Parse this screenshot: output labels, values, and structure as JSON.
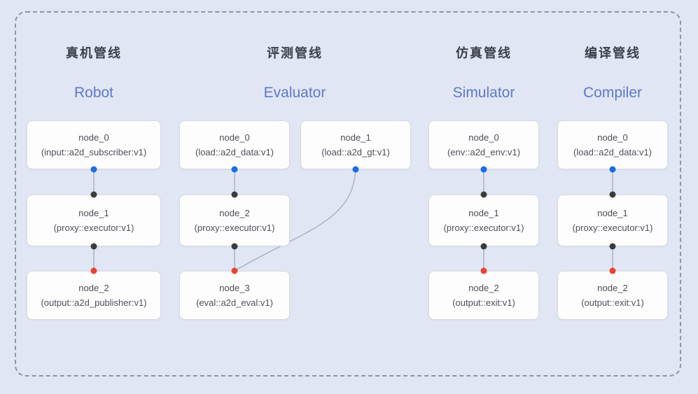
{
  "pipelines": [
    {
      "title_zh": "真机管线",
      "title_en": "Robot",
      "nodes": [
        {
          "name": "node_0",
          "type": "(input::a2d_subscriber:v1)"
        },
        {
          "name": "node_1",
          "type": "(proxy::executor:v1)"
        },
        {
          "name": "node_2",
          "type": "(output::a2d_publisher:v1)"
        }
      ]
    },
    {
      "title_zh": "评测管线",
      "title_en": "Evaluator",
      "nodes": [
        {
          "name": "node_0",
          "type": "(load::a2d_data:v1)"
        },
        {
          "name": "node_1",
          "type": "(load::a2d_gt:v1)"
        },
        {
          "name": "node_2",
          "type": "(proxy::executor:v1)"
        },
        {
          "name": "node_3",
          "type": "(eval::a2d_eval:v1)"
        }
      ]
    },
    {
      "title_zh": "仿真管线",
      "title_en": "Simulator",
      "nodes": [
        {
          "name": "node_0",
          "type": "(env::a2d_env:v1)"
        },
        {
          "name": "node_1",
          "type": "(proxy::executor:v1)"
        },
        {
          "name": "node_2",
          "type": "(output::exit:v1)"
        }
      ]
    },
    {
      "title_zh": "编译管线",
      "title_en": "Compiler",
      "nodes": [
        {
          "name": "node_0",
          "type": "(load::a2d_data:v1)"
        },
        {
          "name": "node_1",
          "type": "(proxy::executor:v1)"
        },
        {
          "name": "node_2",
          "type": "(output::exit:v1)"
        }
      ]
    }
  ],
  "colors": {
    "background": "#e1e6f4",
    "input_port": "#1c6ce2",
    "internal_port": "#3b3b3b",
    "output_port": "#e94430",
    "subtitle_blue": "#5d79c6",
    "edge_line": "#a9b0bf"
  }
}
